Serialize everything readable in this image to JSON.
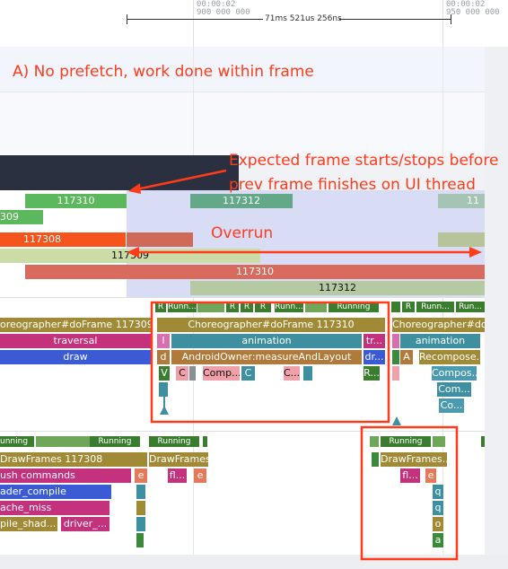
{
  "ruler": {
    "tick1_line1": "00:00:02",
    "tick1_line2": "900 000 000",
    "tick2_line1": "00:00:02",
    "tick2_line2": "950 000 000",
    "span_label": "71ms 521us 256ns"
  },
  "annotations": {
    "a_label": "A) No prefetch, work done within frame",
    "expected_line1": "Expected frame starts/stops before",
    "expected_line2": "prev frame finishes on UI thread",
    "overrun": "Overrun"
  },
  "frames": {
    "f117310": "117310",
    "f117312": "117312",
    "f309_cut": "309",
    "f117308": "117308",
    "f117309": "117309",
    "f117310b": "117310",
    "f117312b": "117312",
    "f11_cut": "11"
  },
  "ui_thread": {
    "running": "Running",
    "r": "R",
    "run_short": "Runn...",
    "run_short2": "Run...",
    "choreographer_left": "oreographer#doFrame 117309",
    "choreographer_mid": "Choreographer#doFrame 117310",
    "choreographer_right": "Choreographer#do...",
    "traversal": "traversal",
    "draw": "draw",
    "i": "I",
    "animation": "animation",
    "tr": "tr...",
    "d": "d",
    "measure": "AndroidOwner:measureAndLayout",
    "dr": "dr...",
    "v": "V",
    "c": "C",
    "comp": "Comp...",
    "c_dots": "C...",
    "r_dots": "R...",
    "a": "A",
    "recompose": "Recompose...",
    "compos": "Compos...",
    "com": "Com...",
    "co": "Co..."
  },
  "render_thread": {
    "running": "Running",
    "unning": "unning",
    "drawframes_left": "DrawFrames 117308",
    "drawframes_mid": "DrawFrames...",
    "flush": "ush commands",
    "fl": "fl...",
    "e": "e",
    "ader_compile": "ader_compile",
    "ache_miss": "ache_miss",
    "pile_shad": "pile_shad...",
    "driver": "driver_...",
    "q": "q",
    "o": "o",
    "a": "a"
  },
  "colors": {
    "annotation": "#ff3b1a",
    "running_green": "#3b7d2f",
    "choreo_olive": "#a08a36",
    "traversal_pink": "#c4317c",
    "draw_blue": "#3b5bd6",
    "animation_teal": "#3e8fa0",
    "measure_brown": "#b07a3a",
    "selection_lavender": "#d9dcf5",
    "dark_track": "#2b3040",
    "frame_green": "#5cb85c",
    "frame_orange": "#f5541c",
    "frame_red": "#d96a5e",
    "frame_olive": "#c8d9a0"
  }
}
